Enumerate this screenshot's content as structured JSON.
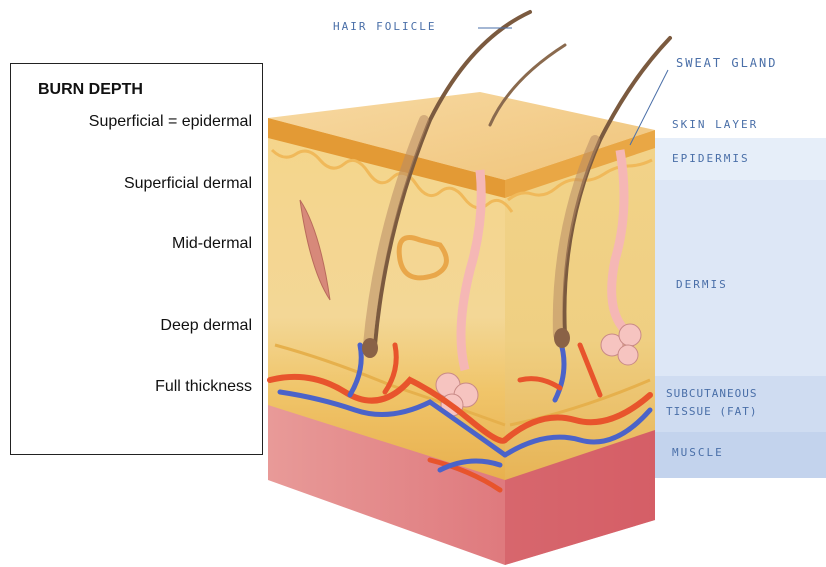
{
  "burn_depth": {
    "title": "BURN DEPTH",
    "items": [
      "Superficial = epidermal",
      "Superficial dermal",
      "Mid-dermal",
      "Deep dermal",
      "Full thickness"
    ]
  },
  "labels": {
    "hair_follicle": "HAIR FOLICLE",
    "sweat_gland": "SWEAT GLAND",
    "skin_layer": "SKIN LAYER",
    "epidermis": "EPIDERMIS",
    "dermis": "DERMIS",
    "subcutaneous_1": "SUBCUTANEOUS",
    "subcutaneous_2": "TISSUE (FAT)",
    "muscle": "MUSCLE"
  },
  "colors": {
    "label_text": "#4a6fa8",
    "band_epidermis": "#e3ecf8",
    "band_dermis": "#dbe6f6",
    "band_subcutaneous": "#ccdaf0",
    "band_muscle": "#c0d1ec",
    "epidermis": "#e9a13a",
    "dermis": "#f3d58d",
    "fat": "#f0c86a",
    "muscle": "#e0787d",
    "artery": "#e8542c",
    "vein": "#4b63c9",
    "hair": "#7b5a3f"
  }
}
